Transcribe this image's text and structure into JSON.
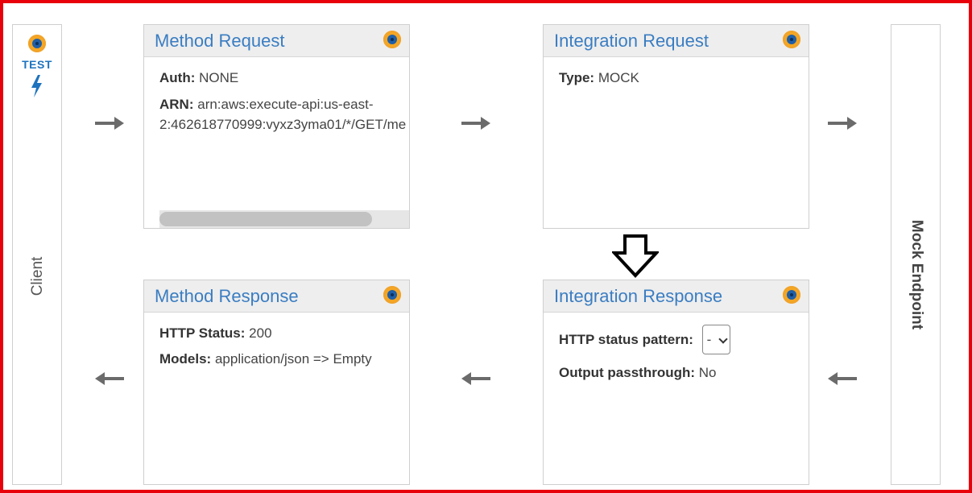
{
  "client": {
    "test_label": "TEST",
    "side_label": "Client"
  },
  "mock_endpoint": {
    "side_label": "Mock Endpoint"
  },
  "method_request": {
    "title": "Method Request",
    "auth_key": "Auth:",
    "auth_value": "NONE",
    "arn_key": "ARN:",
    "arn_line1": "arn:aws:execute-api:us-east-",
    "arn_line2": "2:462618770999:vyxz3yma01/*/GET/me"
  },
  "integration_request": {
    "title": "Integration Request",
    "type_key": "Type:",
    "type_value": "MOCK"
  },
  "method_response": {
    "title": "Method Response",
    "status_key": "HTTP Status:",
    "status_value": "200",
    "models_key": "Models:",
    "models_value": "application/json => Empty"
  },
  "integration_response": {
    "title": "Integration Response",
    "pattern_key": "HTTP status pattern:",
    "pattern_value": "-",
    "passthrough_key": "Output passthrough:",
    "passthrough_value": "No"
  },
  "colors": {
    "frame": "#e8000b",
    "title": "#3a7dc2",
    "test": "#1e73be",
    "dot_outer": "#f5a623",
    "dot_inner": "#1f5fa8",
    "arrow": "#6b6b6b"
  },
  "icons": {
    "status_dot": "status-dot-icon",
    "bolt": "lightning-bolt-icon",
    "arrow_right": "arrow-right-icon",
    "arrow_left": "arrow-left-icon",
    "arrow_down": "hollow-arrow-down-icon"
  }
}
